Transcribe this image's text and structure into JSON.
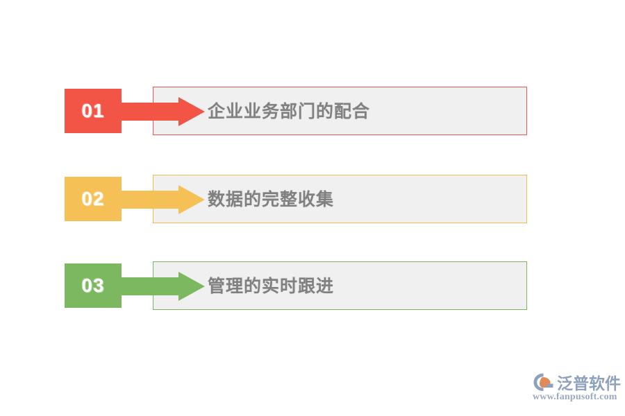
{
  "background_color": "#FFFFFF",
  "panel": {
    "fill_color": "#F0F0F0",
    "text_color": "#808080"
  },
  "steps": [
    {
      "number": "01",
      "label": "企业业务部门的配合",
      "color": "#F25445",
      "border_color": "#F25445"
    },
    {
      "number": "02",
      "label": "数据的完整收集",
      "color": "#F5C055",
      "border_color": "#F0BC55"
    },
    {
      "number": "03",
      "label": "管理的实时跟进",
      "color": "#7CB860",
      "border_color": "#7CB860"
    }
  ],
  "watermark": {
    "brand_cn": "泛普软件",
    "url": "www.fanpusoft.com",
    "logo_icon": "fanpu-logo-icon",
    "text_color": "#8FA0BC",
    "accent_color": "#E08A5B"
  }
}
